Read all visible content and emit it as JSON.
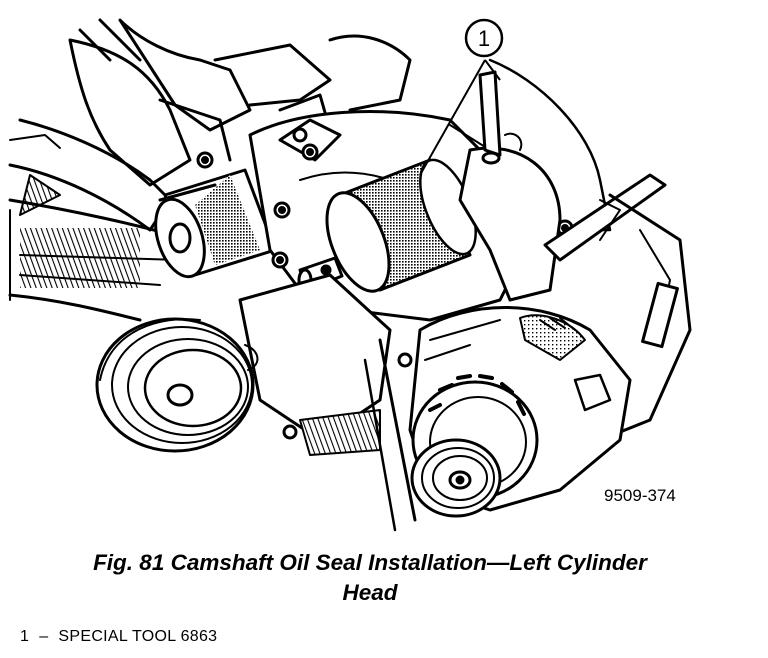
{
  "figure": {
    "callout_number": "1",
    "figure_id": "9509-374",
    "caption_line1": "Fig. 81 Camshaft Oil Seal Installation—Left Cylinder",
    "caption_line2": "Head"
  },
  "legend": {
    "items": [
      {
        "number": "1",
        "separator": "–",
        "text": "SPECIAL TOOL 6863"
      }
    ]
  }
}
